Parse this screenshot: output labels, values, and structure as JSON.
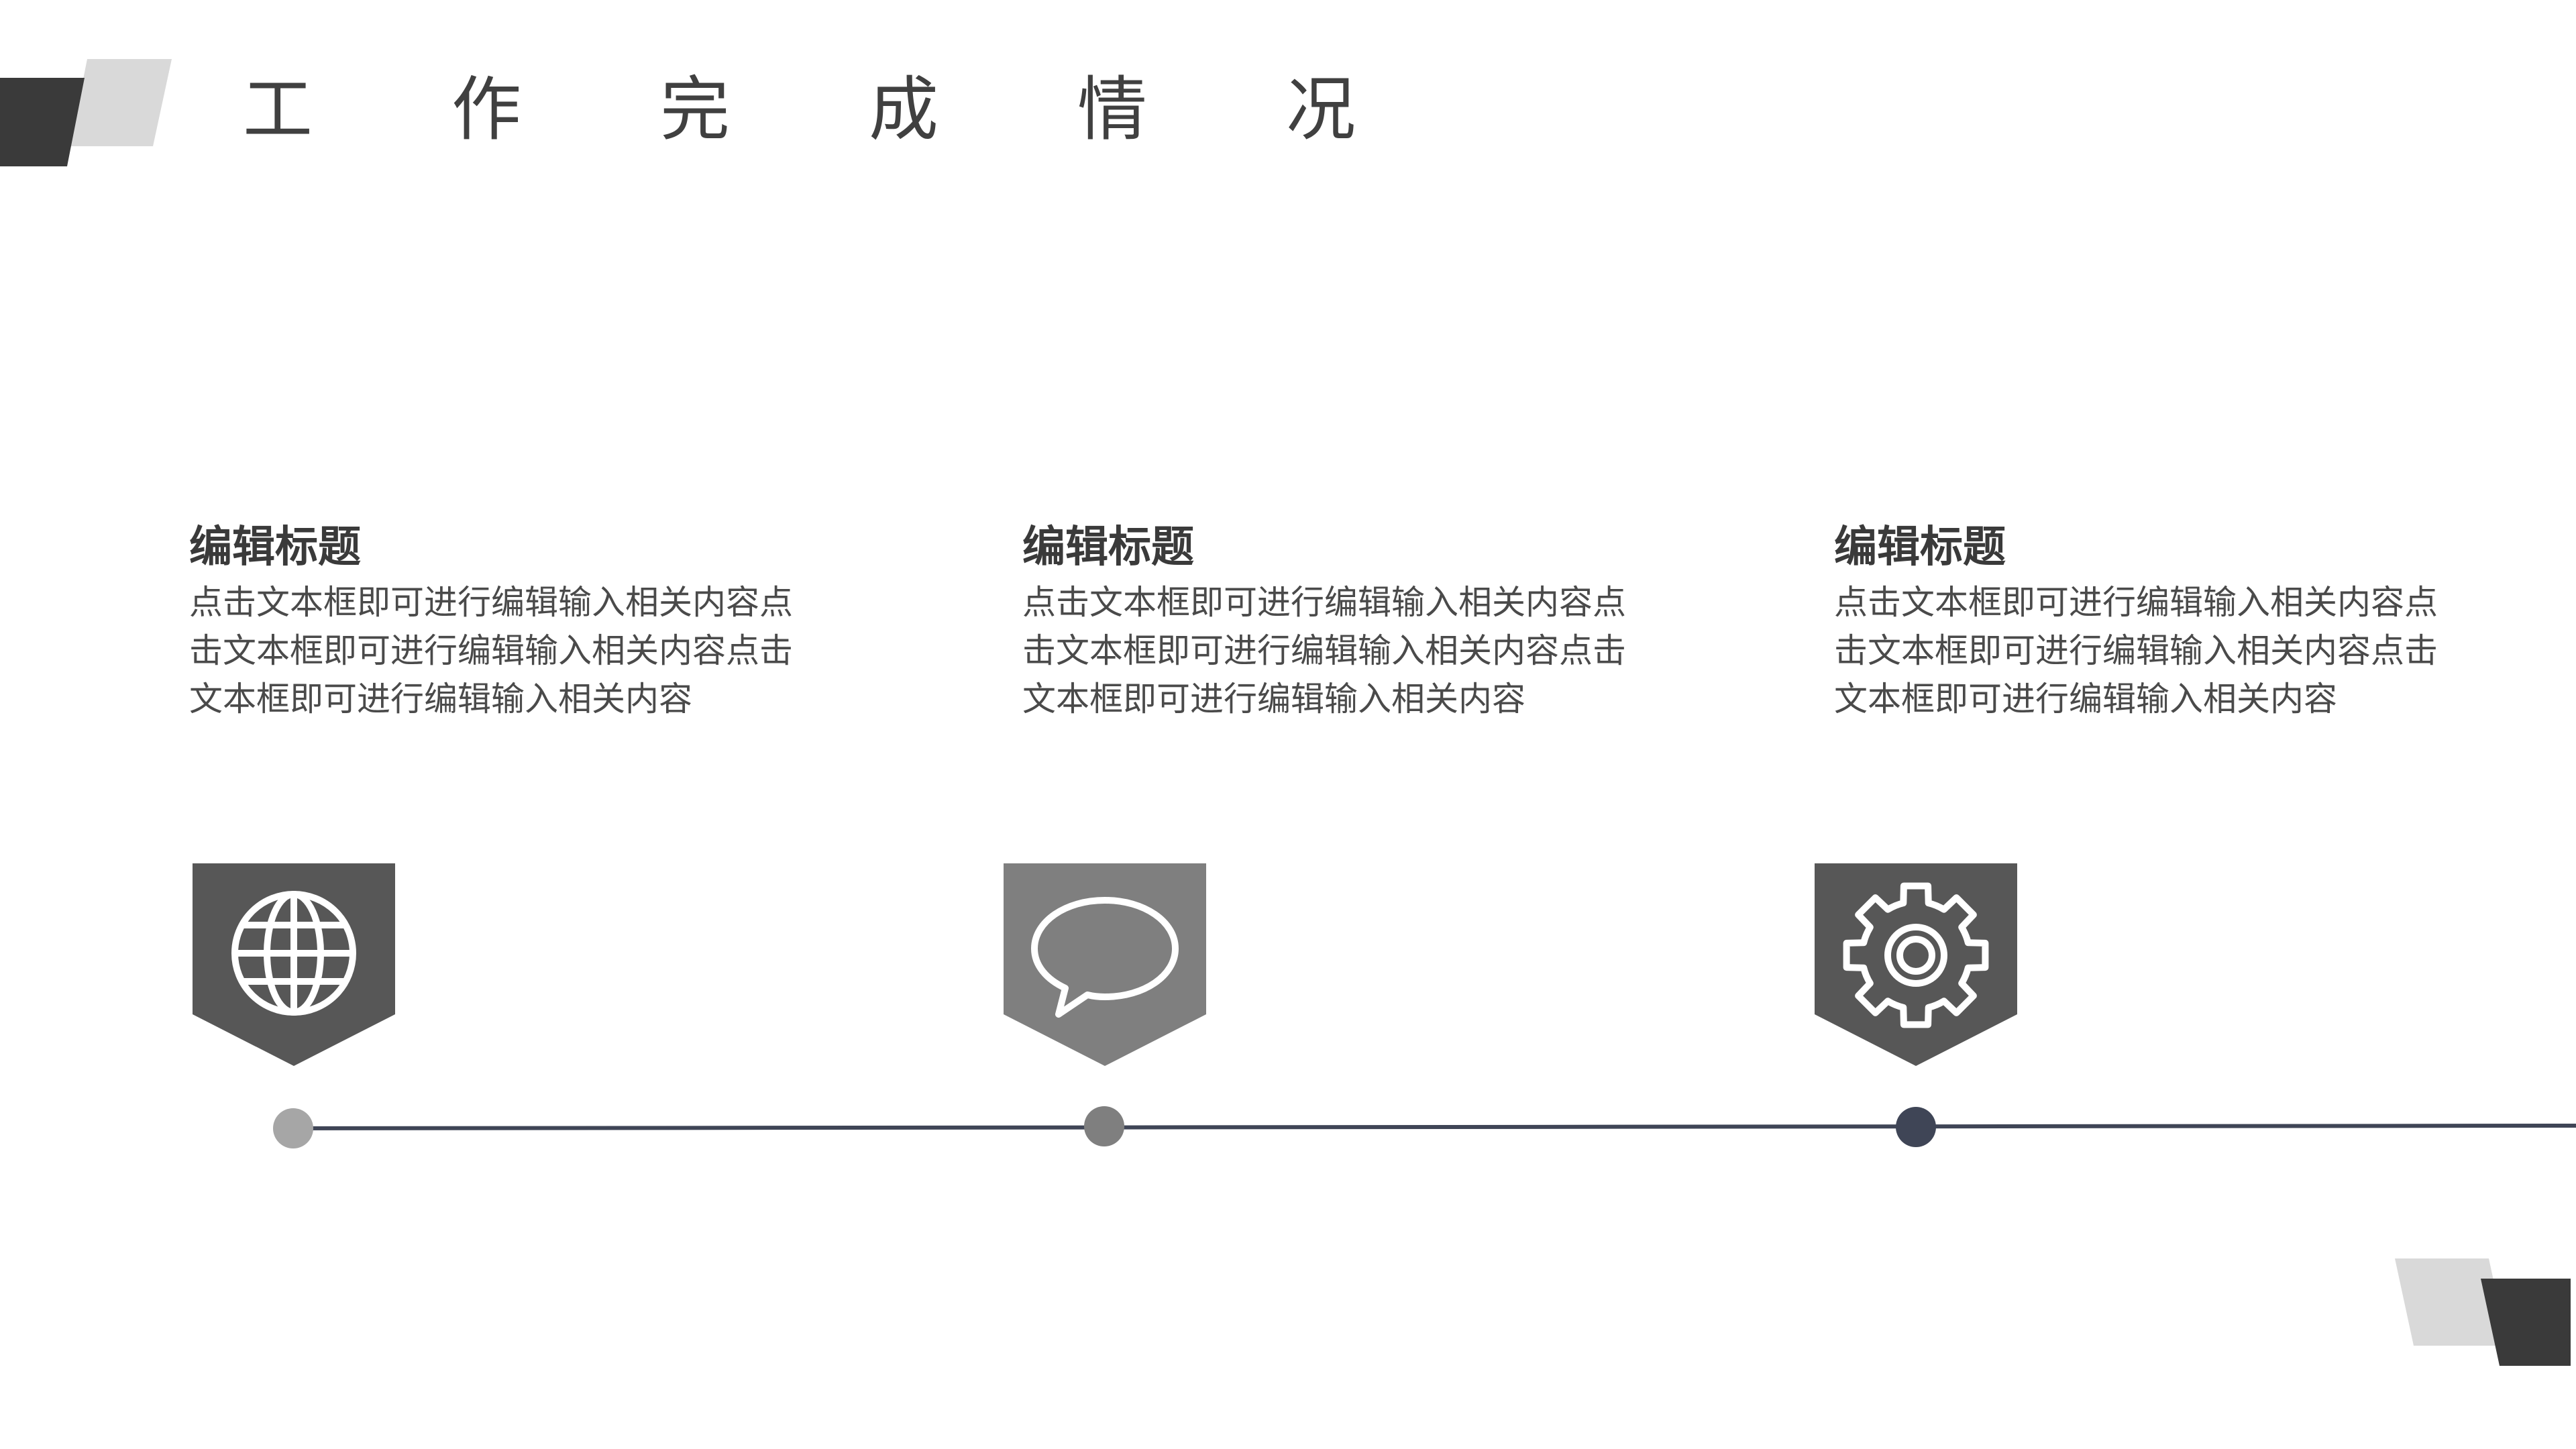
{
  "slide": {
    "title_chars": [
      "工",
      "作",
      "完",
      "成",
      "情",
      "况"
    ]
  },
  "items": [
    {
      "heading": "编辑标题",
      "body": "点击文本框即可进行编辑输入相关内容点击文本框即可进行编辑输入相关内容点击文本框即可进行编辑输入相关内容",
      "icon": "globe-icon",
      "badge_color": "#575757",
      "dot_color": "#a6a6a6"
    },
    {
      "heading": "编辑标题",
      "body": "点击文本框即可进行编辑输入相关内容点击文本框即可进行编辑输入相关内容点击文本框即可进行编辑输入相关内容",
      "icon": "speech-bubble-icon",
      "badge_color": "#7f7f7f",
      "dot_color": "#7f7f7f"
    },
    {
      "heading": "编辑标题",
      "body": "点击文本框即可进行编辑输入相关内容点击文本框即可进行编辑输入相关内容点击文本框即可进行编辑输入相关内容",
      "icon": "gear-icon",
      "badge_color": "#575757",
      "dot_color": "#3f4556"
    }
  ],
  "colors": {
    "timeline_line": "#3f4556",
    "decor_dark": "#3a3a3a",
    "decor_light": "#d9d9d9"
  }
}
